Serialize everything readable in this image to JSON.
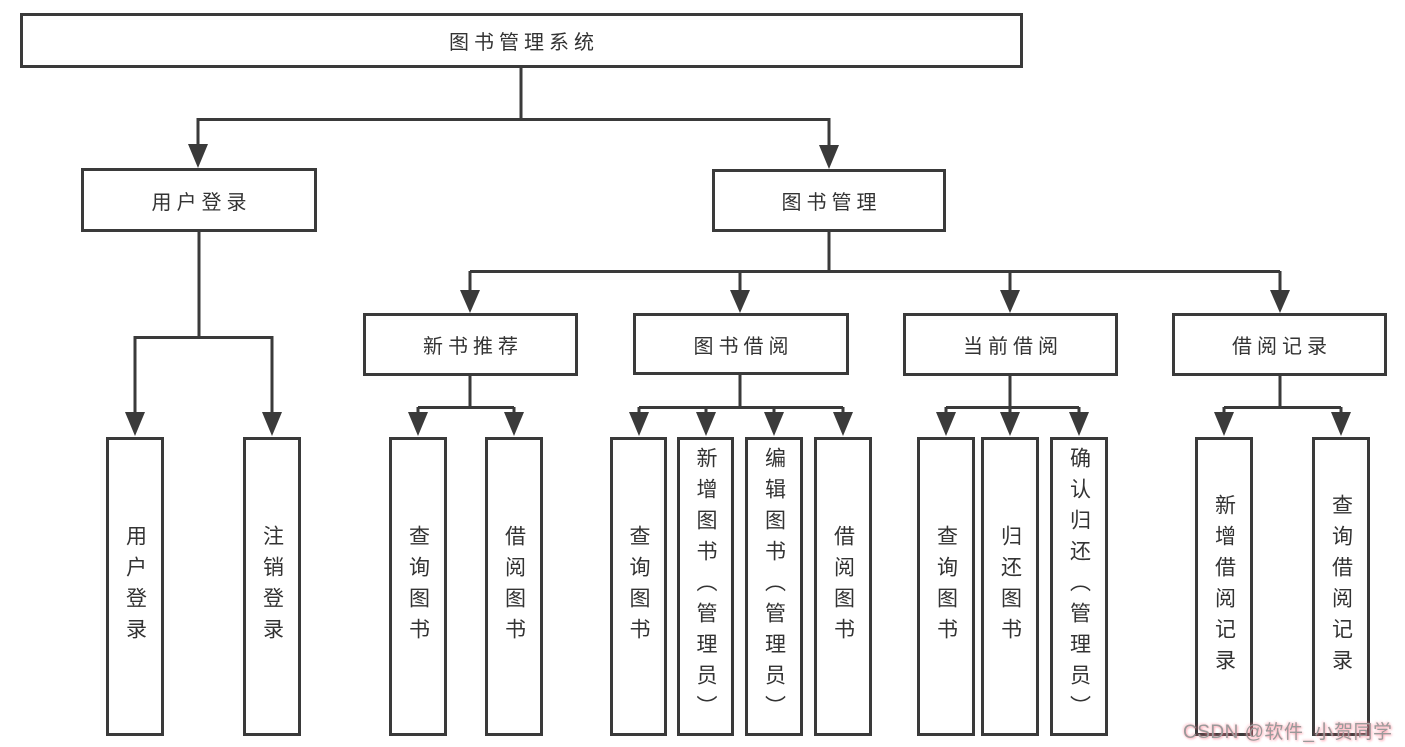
{
  "diagram": {
    "type": "hierarchy-tree",
    "tree": {
      "label": "图书管理系统",
      "children": [
        {
          "label": "用户登录",
          "children": [
            {
              "label": "用户登录"
            },
            {
              "label": "注销登录"
            }
          ]
        },
        {
          "label": "图书管理",
          "children": [
            {
              "label": "新书推荐",
              "children": [
                {
                  "label": "查询图书"
                },
                {
                  "label": "借阅图书"
                }
              ]
            },
            {
              "label": "图书借阅",
              "children": [
                {
                  "label": "查询图书"
                },
                {
                  "label": "新增图书（管理员）"
                },
                {
                  "label": "编辑图书（管理员）"
                },
                {
                  "label": "借阅图书"
                }
              ]
            },
            {
              "label": "当前借阅",
              "children": [
                {
                  "label": "查询图书"
                },
                {
                  "label": "归还图书"
                },
                {
                  "label": "确认归还（管理员）"
                }
              ]
            },
            {
              "label": "借阅记录",
              "children": [
                {
                  "label": "新增借阅记录"
                },
                {
                  "label": "查询借阅记录"
                }
              ]
            }
          ]
        }
      ]
    },
    "colors": {
      "line": "#3a3a3a",
      "box_border": "#3a3a3a",
      "box_fill": "#ffffff",
      "text": "#333333",
      "background": "#ffffff"
    }
  },
  "watermark": {
    "text": "CSDN @软件_小贺同学",
    "color": "#9a9a9a",
    "glow_color": "#ff8fa0"
  }
}
